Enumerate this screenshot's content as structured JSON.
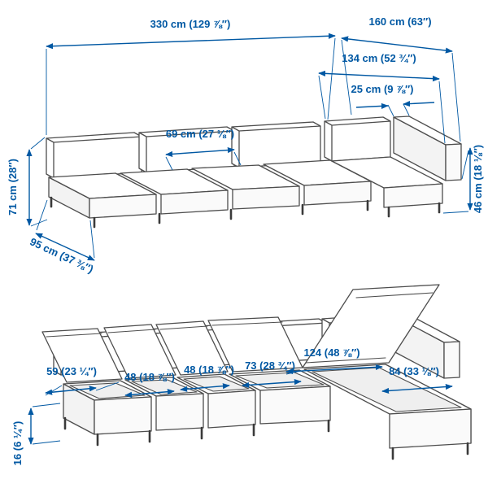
{
  "style": {
    "accent_blue": "#0058a3",
    "line_gray": "#4d4d4d",
    "background": "#ffffff"
  },
  "assembled_view": {
    "dims": {
      "total_length": "330 cm (129 ⅞″)",
      "chaise_total_depth": "160 cm (63″)",
      "chaise_inner_depth": "134 cm (52 ¾″)",
      "armrest_width": "25 cm (9 ⅞″)",
      "seat_width": "69 cm (27 ⅛″)",
      "back_height": "71 cm (28″)",
      "sofa_depth": "95 cm (37 ⅜″)",
      "seat_height": "46 cm (18 ⅛″)"
    }
  },
  "storage_view": {
    "dims": {
      "chaise_storage_length": "124 (48 ⅞″)",
      "storage_1_width": "59 (23 ¼″)",
      "storage_2_width": "48 (18 ⅞″)",
      "storage_3_width": "48 (18 ⅞″)",
      "storage_4_width": "73 (28 ¾″)",
      "chaise_storage_width": "84 (33 ⅛″)",
      "storage_inner_depth": "16 (6 ¼″)"
    }
  }
}
